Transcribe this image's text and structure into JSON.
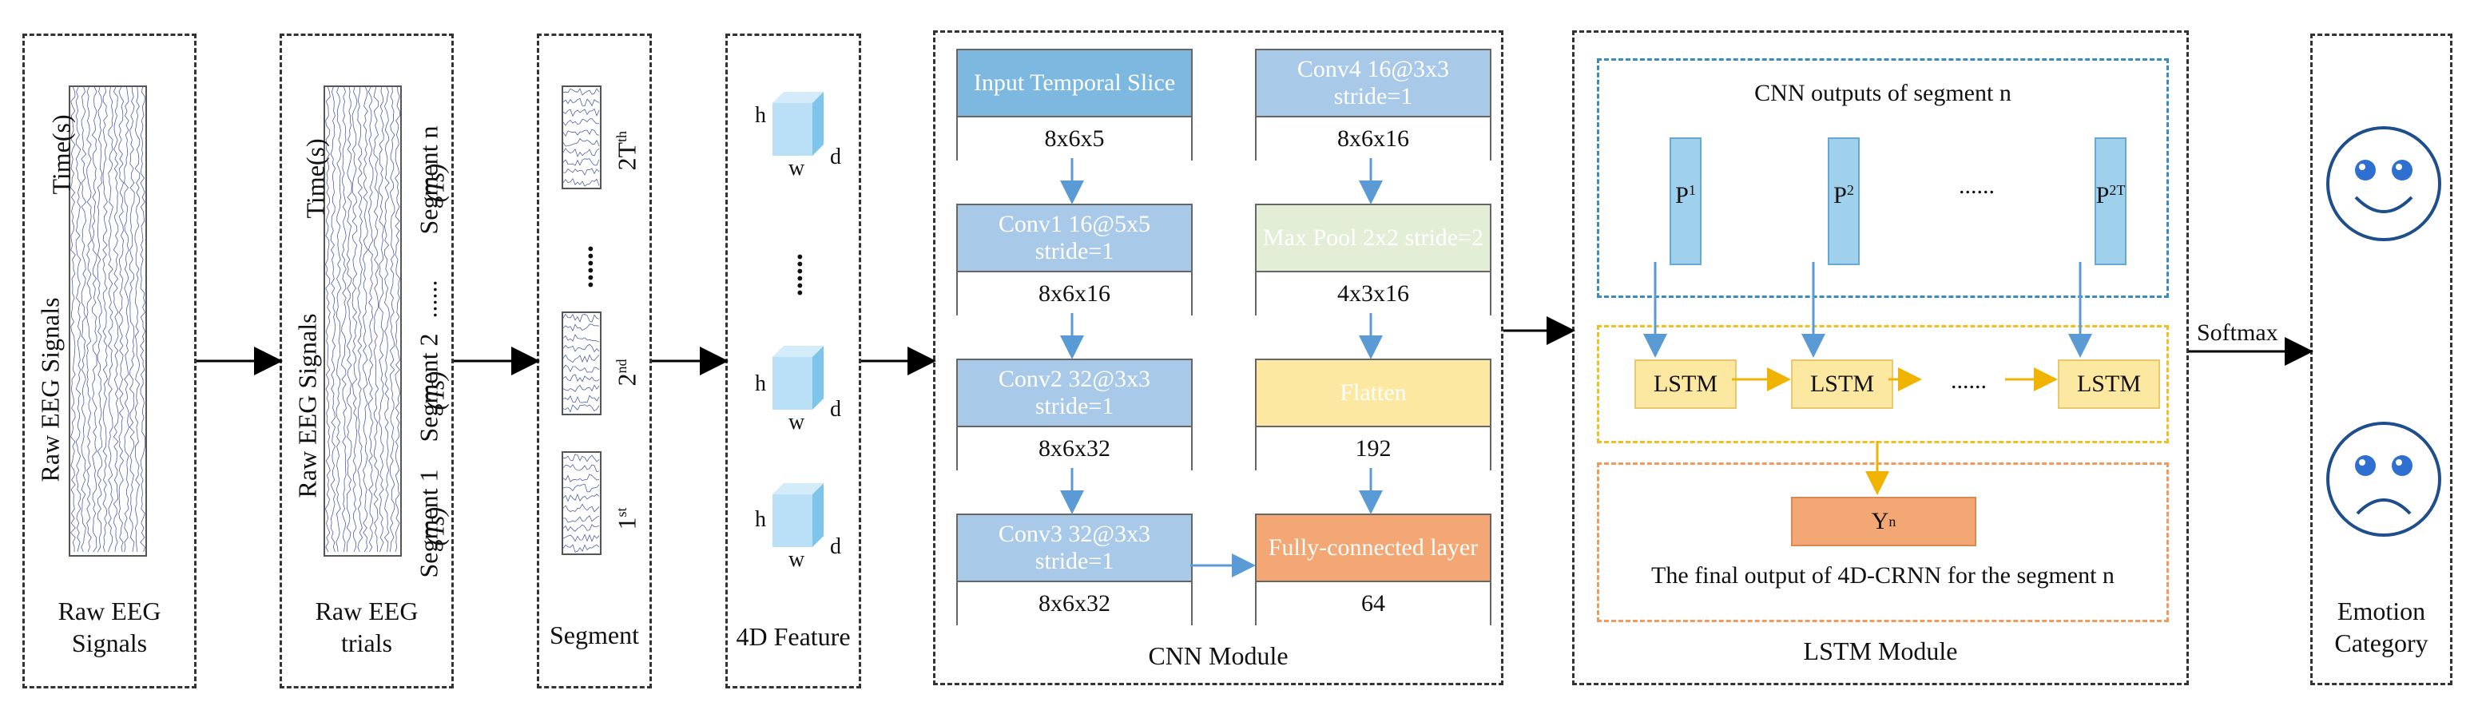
{
  "stages": {
    "raw_signals": {
      "label_line1": "Raw EEG",
      "label_line2": "Signals",
      "axis_time": "Time(s)",
      "axis_signal": "Raw EEG Signals"
    },
    "raw_trials": {
      "label_line1": "Raw EEG",
      "label_line2": "trials",
      "axis_time": "Time(s)",
      "axis_signal": "Raw EEG Signals",
      "seg_n": "Segment n",
      "seg_2": "Segment 2",
      "seg_1": "Segment 1",
      "ts": "(Ts)",
      "dots": "......"
    },
    "segment": {
      "label": "Segment",
      "t2": "2T",
      "t2_sup": "th",
      "second": "2",
      "second_sup": "nd",
      "first": "1",
      "first_sup": "st",
      "dots": "......"
    },
    "feature": {
      "label": "4D Feature",
      "h": "h",
      "w": "w",
      "d": "d",
      "dots": "......"
    },
    "cnn": {
      "label": "CNN Module",
      "input": {
        "title": "Input Temporal Slice",
        "value": "8x6x5"
      },
      "conv1": {
        "title": "Conv1 16@5x5 stride=1",
        "value": "8x6x16"
      },
      "conv2": {
        "title": "Conv2 32@3x3 stride=1",
        "value": "8x6x32"
      },
      "conv3": {
        "title": "Conv3 32@3x3 stride=1",
        "value": "8x6x32"
      },
      "conv4": {
        "title": "Conv4 16@3x3 stride=1",
        "value": "8x6x16"
      },
      "maxpool": {
        "title": "Max Pool 2x2 stride=2",
        "value": "4x3x16"
      },
      "flatten": {
        "title": "Flatten",
        "value": "192"
      },
      "fc": {
        "title": "Fully-connected layer",
        "value": "64"
      }
    },
    "lstm": {
      "label": "LSTM Module",
      "cnn_outputs_title": "CNN outputs of segment n",
      "p1": "P",
      "p1_sub": "1",
      "p2": "P",
      "p2_sub": "2",
      "p2t": "P",
      "p2t_sub": "2T",
      "p_dots": "......",
      "lstm_cell": "LSTM",
      "lstm_dots": "......",
      "yn": "Y",
      "yn_sub": "n",
      "final_output": "The final output of 4D-CRNN for the segment n"
    },
    "softmax": "Softmax",
    "emotion": {
      "label_line1": "Emotion",
      "label_line2": "Category"
    }
  },
  "colors": {
    "conv_blue": "#a9c9e8",
    "input_blue": "#7db8e0",
    "pool_green": "#e2efd6",
    "flatten_yellow": "#fde8a2",
    "fc_orange": "#f3a774",
    "outline_blue": "#3a8cc0",
    "outline_yellow": "#f0c020",
    "outline_orange": "#f29a5c",
    "face_blue": "#2f6fd0"
  }
}
